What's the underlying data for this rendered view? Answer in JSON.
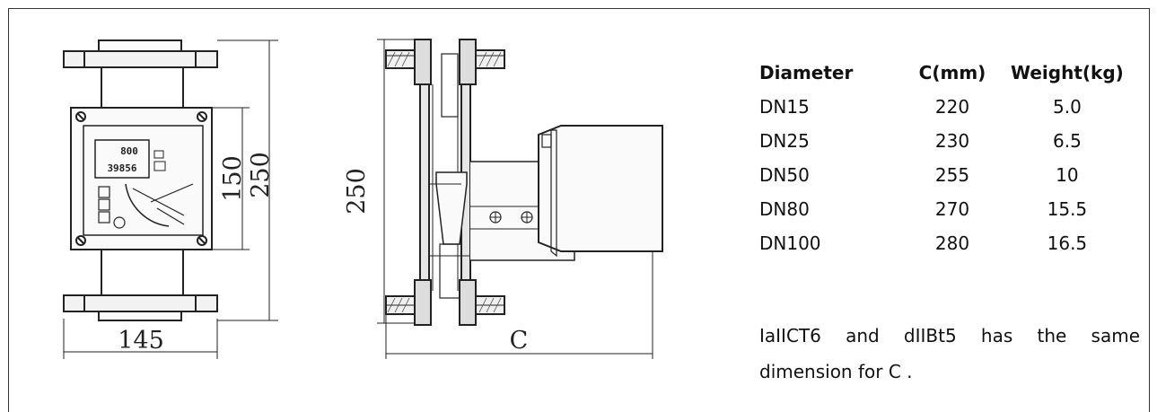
{
  "dimensions": {
    "front_width": "145",
    "front_body_height": "150",
    "front_total_height": "250",
    "side_total_height": "250",
    "side_depth": "C"
  },
  "indicator": {
    "reading_top": "800",
    "reading_bottom": "39856"
  },
  "spec_table": {
    "headers": [
      "Diameter",
      "C(mm)",
      "Weight(kg)"
    ],
    "rows": [
      [
        "DN15",
        "220",
        "5.0"
      ],
      [
        "DN25",
        "230",
        "6.5"
      ],
      [
        "DN50",
        "255",
        "10"
      ],
      [
        "DN80",
        "270",
        "15.5"
      ],
      [
        "DN100",
        "280",
        "16.5"
      ]
    ]
  },
  "note": "IaIICT6 and dIIBt5 has the same dimension for C ."
}
